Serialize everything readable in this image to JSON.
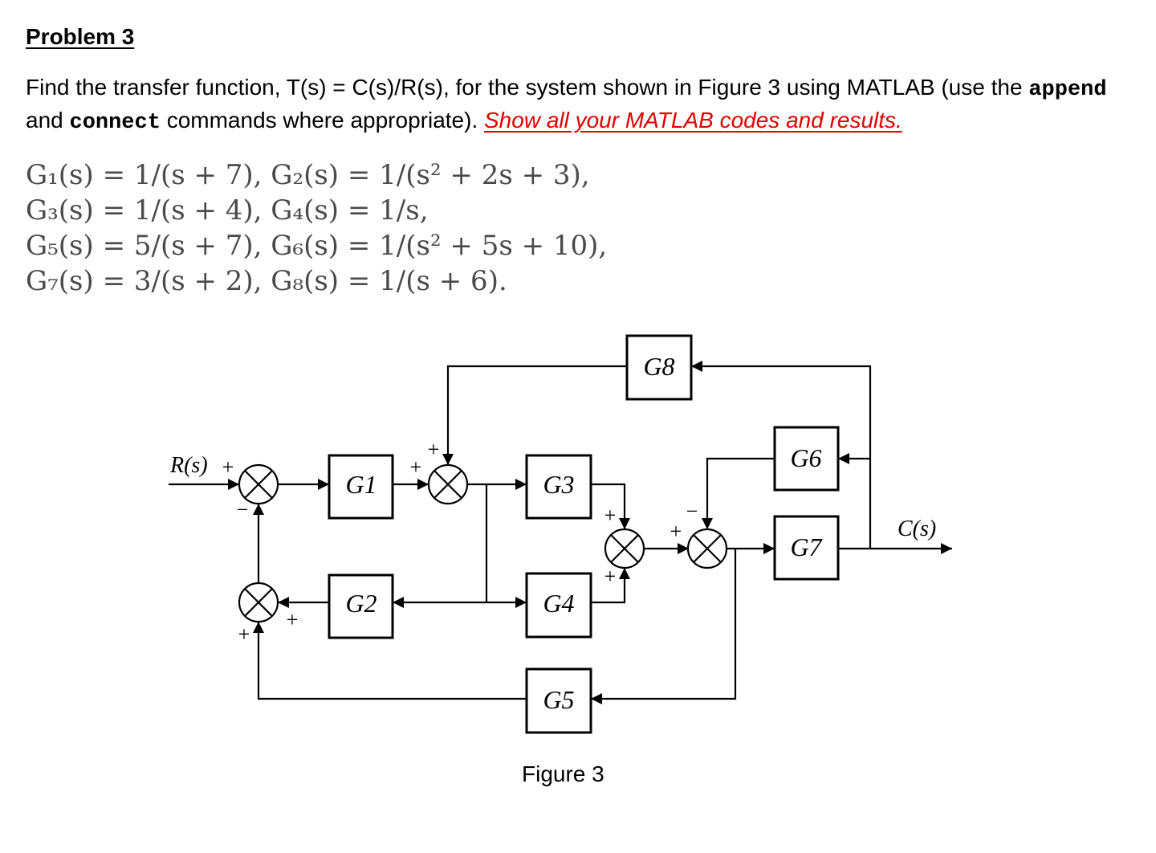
{
  "problem_title": "Problem 3",
  "instructions": {
    "part1": "Find the transfer function, T(s) = C(s)/R(s), for the system shown in Figure 3 using MATLAB (use the ",
    "cmd1": "append",
    "part2": " and ",
    "cmd2": "connect",
    "part3": " commands where appropriate). ",
    "emphasis": "Show all your MATLAB codes and results."
  },
  "equations": [
    "G₁(s) = 1/(s + 7), G₂(s) = 1/(s² + 2s + 3),",
    "G₃(s) = 1/(s + 4), G₄(s) = 1/s,",
    "G₅(s) = 5/(s + 7), G₆(s) = 1/(s² + 5s + 10),",
    "G₇(s) = 3/(s + 2), G₈(s) = 1/(s + 6)."
  ],
  "diagram": {
    "input_label": "R(s)",
    "output_label": "C(s)",
    "blocks": {
      "g1": "G1",
      "g2": "G2",
      "g3": "G3",
      "g4": "G4",
      "g5": "G5",
      "g6": "G6",
      "g7": "G7",
      "g8": "G8"
    },
    "signs": {
      "s1_in": "+",
      "s1_fb": "−",
      "s2_g2": "+",
      "s2_g5": "+",
      "s3_left": "+",
      "s3_top": "+",
      "s4_top": "+",
      "s4_bottom": "+",
      "s5_left": "+",
      "s5_top": "−"
    }
  },
  "figure_caption": "Figure 3",
  "colors": {
    "emphasis": "#e00000",
    "equations": "#4a4a4a"
  }
}
